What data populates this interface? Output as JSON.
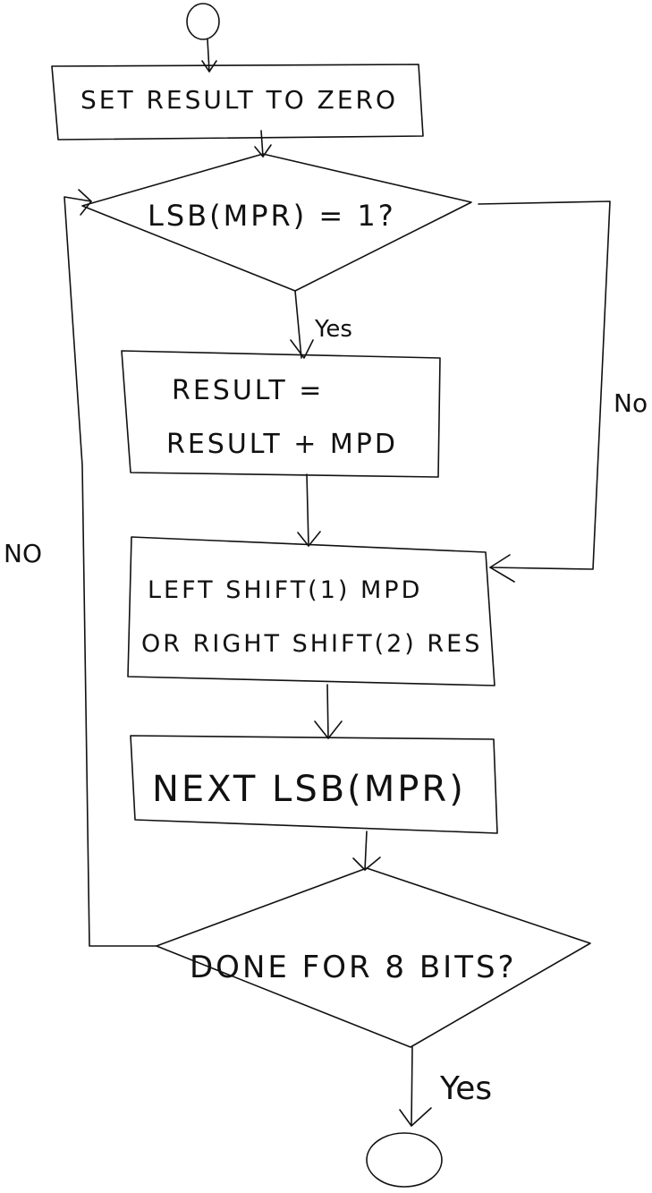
{
  "flowchart": {
    "start_process": {
      "text": "SET RESULT TO ZERO"
    },
    "decision_lsb": {
      "text": "LSB(MPR) = 1?"
    },
    "process_add": {
      "line1": "RESULT =",
      "line2": "RESULT + MPD"
    },
    "process_shift": {
      "line1": "LEFT SHIFT(1) MPD",
      "line2": "OR RIGHT SHIFT(2) RES"
    },
    "process_next": {
      "text": "NEXT LSB(MPR)"
    },
    "decision_done": {
      "text": "DONE FOR 8 BITS?"
    },
    "edge_labels": {
      "lsb_yes": "Yes",
      "lsb_no": "No",
      "done_no": "NO",
      "done_yes": "Yes"
    }
  }
}
